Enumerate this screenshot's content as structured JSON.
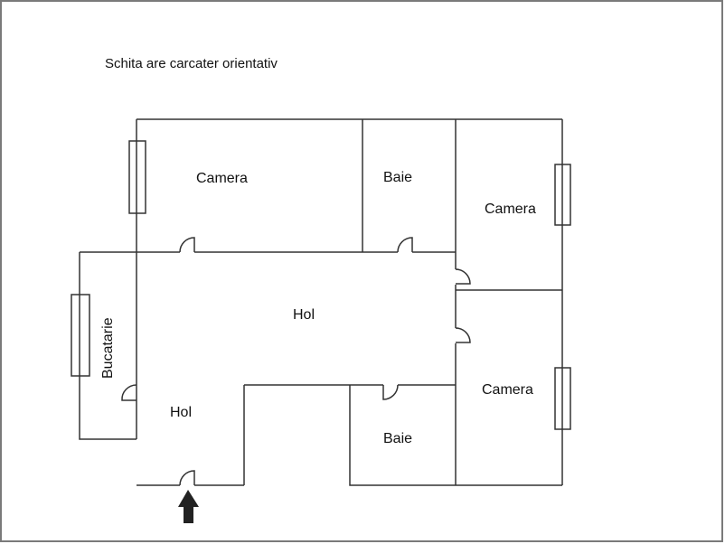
{
  "note": "Schita are carcater orientativ",
  "rooms": {
    "camera_top_left": "Camera",
    "baie_top": "Baie",
    "camera_top_right": "Camera",
    "hol_main": "Hol",
    "bucatarie": "Bucatarie",
    "hol_entry": "Hol",
    "baie_bottom": "Baie",
    "camera_bottom_right": "Camera"
  },
  "colors": {
    "wall": "#333333",
    "frame": "#7a7a7a",
    "arrow": "#222222"
  }
}
